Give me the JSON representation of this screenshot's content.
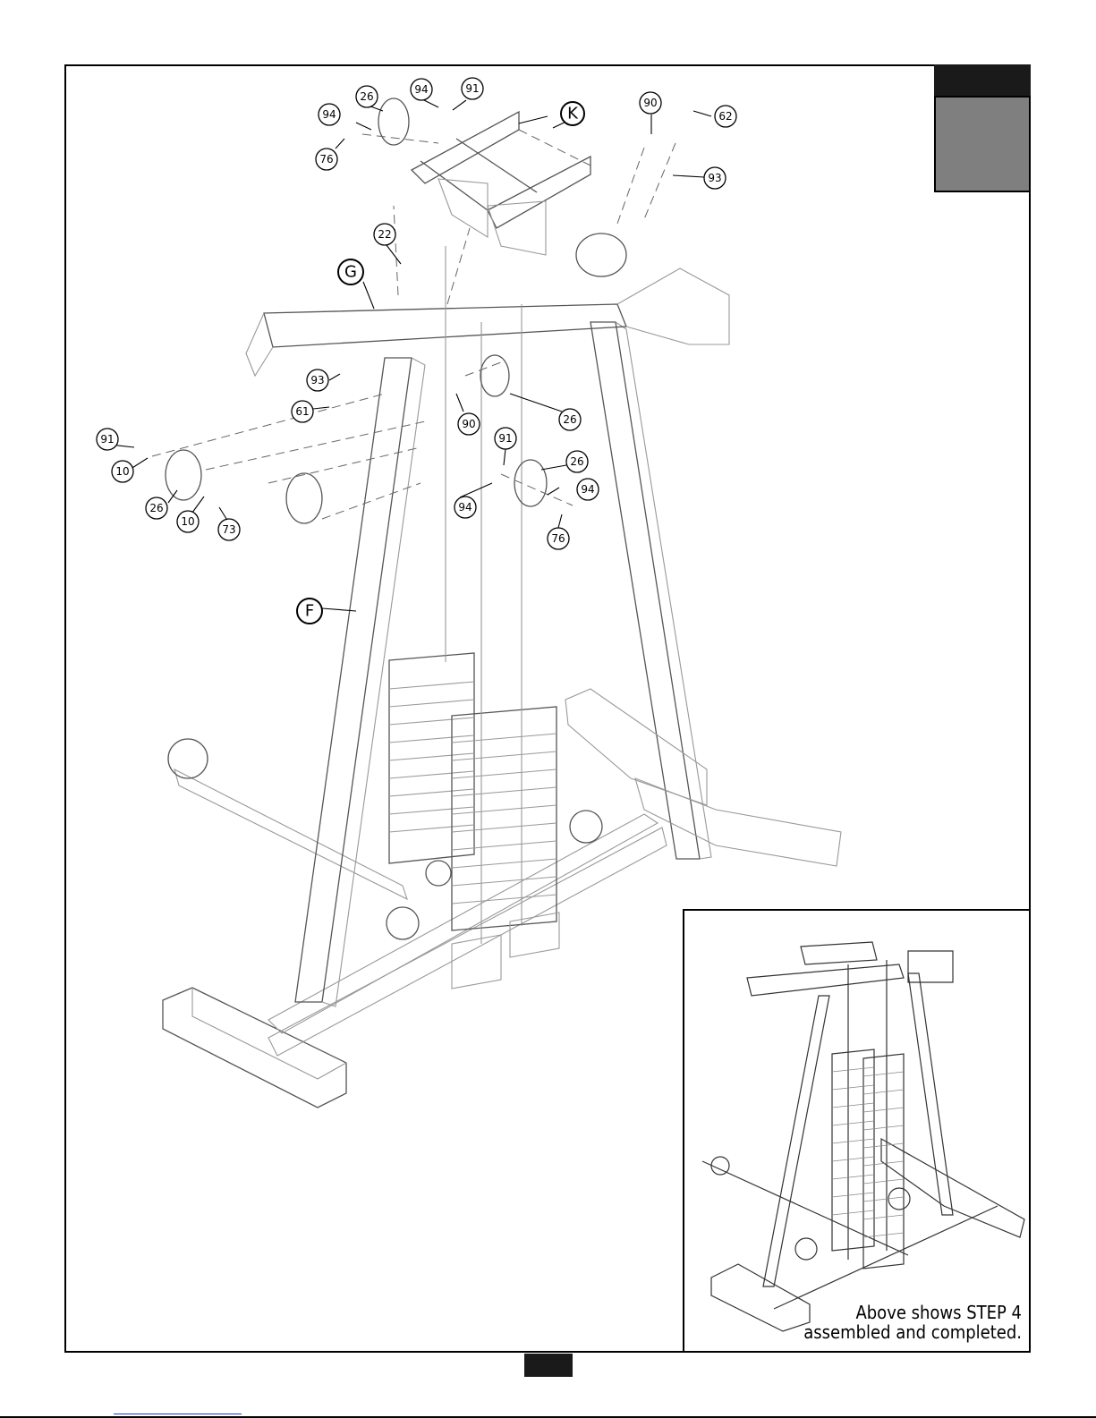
{
  "inset": {
    "caption_line1": "Above shows STEP 4",
    "caption_line2": "assembled and completed."
  },
  "frame_labels": [
    {
      "id": "K",
      "text": "K"
    },
    {
      "id": "G",
      "text": "G"
    },
    {
      "id": "F",
      "text": "F"
    }
  ],
  "part_callouts": [
    {
      "id": "c94a",
      "text": "94"
    },
    {
      "id": "c91a",
      "text": "91"
    },
    {
      "id": "c26a",
      "text": "26"
    },
    {
      "id": "c94b",
      "text": "94"
    },
    {
      "id": "c76a",
      "text": "76"
    },
    {
      "id": "c90a",
      "text": "90"
    },
    {
      "id": "c62",
      "text": "62"
    },
    {
      "id": "c93a",
      "text": "93"
    },
    {
      "id": "c22",
      "text": "22"
    },
    {
      "id": "c93b",
      "text": "93"
    },
    {
      "id": "c61",
      "text": "61"
    },
    {
      "id": "c90b",
      "text": "90"
    },
    {
      "id": "c26b",
      "text": "26"
    },
    {
      "id": "c91b",
      "text": "91"
    },
    {
      "id": "c10a",
      "text": "10"
    },
    {
      "id": "c26c",
      "text": "26"
    },
    {
      "id": "c10b",
      "text": "10"
    },
    {
      "id": "c73",
      "text": "73"
    },
    {
      "id": "c91c",
      "text": "91"
    },
    {
      "id": "c26d",
      "text": "26"
    },
    {
      "id": "c94c",
      "text": "94"
    },
    {
      "id": "c94d",
      "text": "94"
    },
    {
      "id": "c76b",
      "text": "76"
    }
  ]
}
